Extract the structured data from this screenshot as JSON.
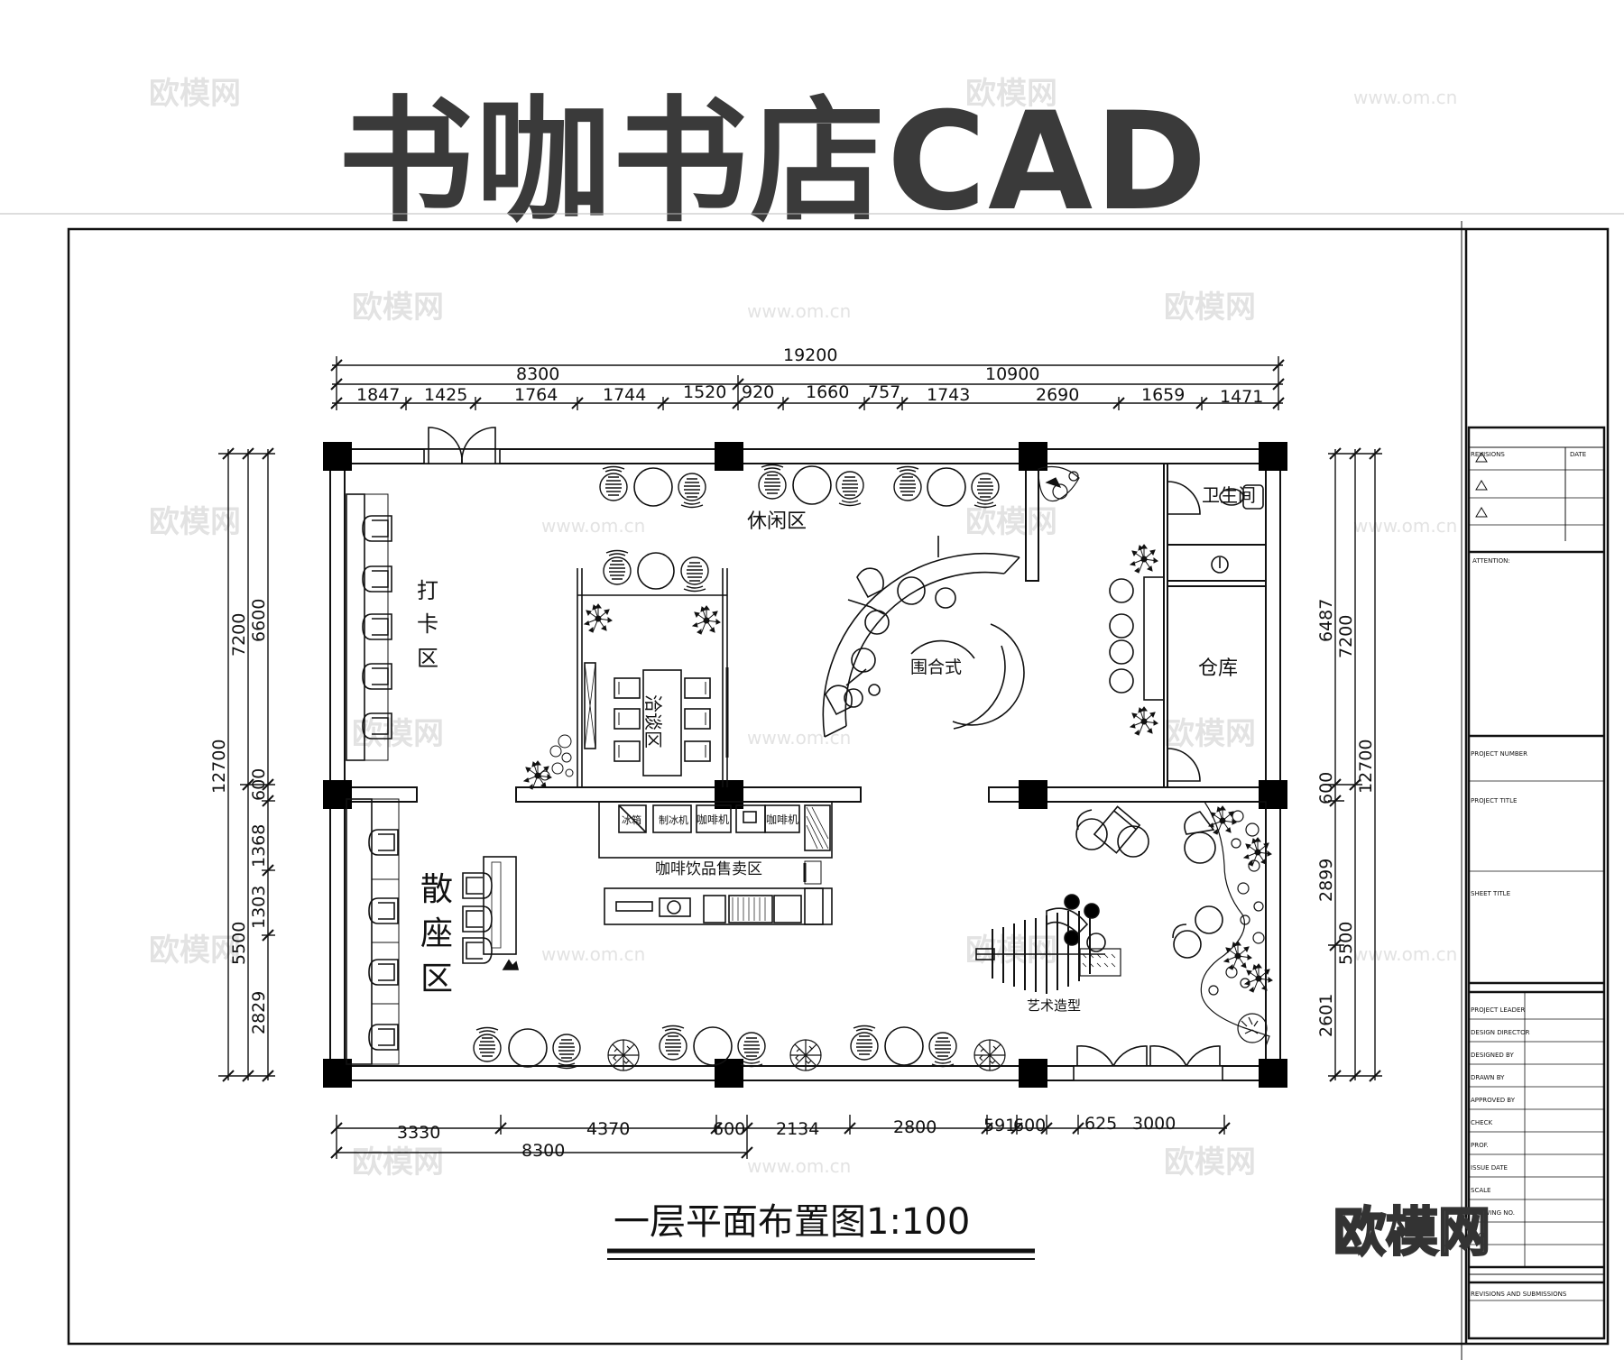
{
  "title": "书咖书店CAD",
  "drawing_title": "一层平面布置图1:100",
  "watermark_logo": "欧模网",
  "watermark_url": "www.om.cn",
  "zones": {
    "leisure": "休闲区",
    "checkin_1": "打",
    "checkin_2": "卡",
    "checkin_3": "区",
    "meeting": "洽谈区",
    "enclosure": "围合式",
    "restroom": "卫生间",
    "storage": "仓库",
    "sales": "咖啡饮品售卖区",
    "seating_1": "散",
    "seating_2": "座",
    "seating_3": "区",
    "art": "艺术造型"
  },
  "equipment": {
    "fridge": "冰箱",
    "ice_machine": "制冰机",
    "coffee_machine_1": "咖啡机",
    "coffee_machine_2": "咖啡机"
  },
  "dimensions": {
    "top_total": "19200",
    "top_left": "8300",
    "top_right": "10900",
    "top_segments": [
      "1847",
      "1425",
      "1764",
      "1744",
      "1520",
      "920",
      "1660",
      "757",
      "1743",
      "2690",
      "1659",
      "1471"
    ],
    "left_outer": "12700",
    "left_mid": [
      "7200",
      "5500"
    ],
    "left_inner": [
      "6600",
      "600",
      "1368",
      "1303",
      "2829"
    ],
    "right_outer": "12700",
    "right_mid": [
      "7200",
      "5500"
    ],
    "right_inner": [
      "6487",
      "600",
      "2899",
      "2601"
    ],
    "bottom_segments": [
      "3330",
      "4370",
      "600",
      "2134",
      "2800",
      "591",
      "600",
      "625",
      "3000"
    ],
    "bottom_total": "8300"
  },
  "title_block": {
    "revisions": "REVISIONS",
    "date": "DATE",
    "attention": "ATTENTION:",
    "project_number": "PROJECT NUMBER",
    "project_title": "PROJECT TITLE",
    "sheet_title": "SHEET TITLE",
    "project_leader": "PROJECT LEADER",
    "design_director": "DESIGN DIRECTOR",
    "designed_by": "DESIGNED BY",
    "drawn_by": "DRAWN BY",
    "approved_by": "APPROVED BY",
    "check": "CHECK",
    "prof": "PROF.",
    "issue_date": "ISSUE DATE",
    "scale": "SCALE",
    "drawing_no": "DRAWING NO.",
    "page": "PAGE",
    "revisions_submissions": "REVISIONS AND SUBMISSIONS"
  }
}
